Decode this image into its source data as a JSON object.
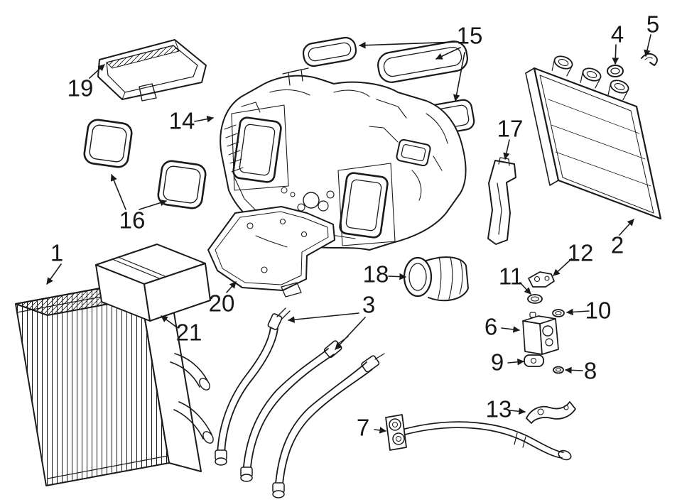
{
  "diagram": {
    "background_color": "#ffffff",
    "line_color": "#1a1a1a",
    "callouts": [
      {
        "label": "1"
      },
      {
        "label": "2"
      },
      {
        "label": "3"
      },
      {
        "label": "4"
      },
      {
        "label": "5"
      },
      {
        "label": "6"
      },
      {
        "label": "7"
      },
      {
        "label": "8"
      },
      {
        "label": "9"
      },
      {
        "label": "10"
      },
      {
        "label": "11"
      },
      {
        "label": "12"
      },
      {
        "label": "13"
      },
      {
        "label": "14"
      },
      {
        "label": "15"
      },
      {
        "label": "16"
      },
      {
        "label": "17"
      },
      {
        "label": "18"
      },
      {
        "label": "19"
      },
      {
        "label": "20"
      },
      {
        "label": "21"
      }
    ]
  }
}
